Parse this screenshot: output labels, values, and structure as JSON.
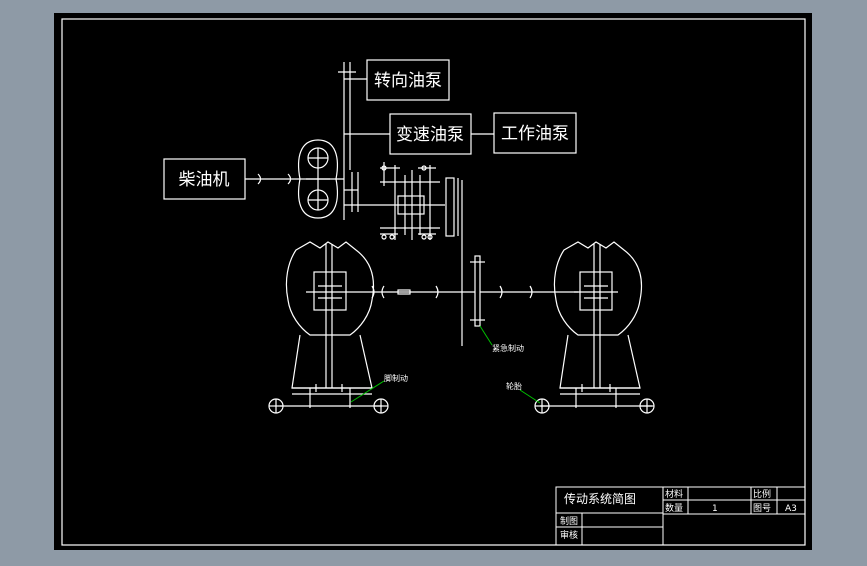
{
  "colors": {
    "background": "#8e9aa6",
    "paper": "#000000",
    "lines": "#ffffff",
    "leader": "#00c000"
  },
  "components": {
    "steering_pump": "转向油泵",
    "shift_pump": "变速油泵",
    "work_pump": "工作油泵",
    "diesel_engine": "柴油机"
  },
  "callouts": {
    "emergency_brake": "紧急制动",
    "service_brake": "脚制动",
    "tire": "轮胎"
  },
  "title_block": {
    "drawing_title": "传动系统简图",
    "material_label": "材料",
    "scale_label": "比例",
    "quantity_label": "数量",
    "quantity_value": "1",
    "drawing_no_label": "图号",
    "drawing_no_value": "A3",
    "drafted_by_label": "制图",
    "checked_by_label": "审核"
  }
}
